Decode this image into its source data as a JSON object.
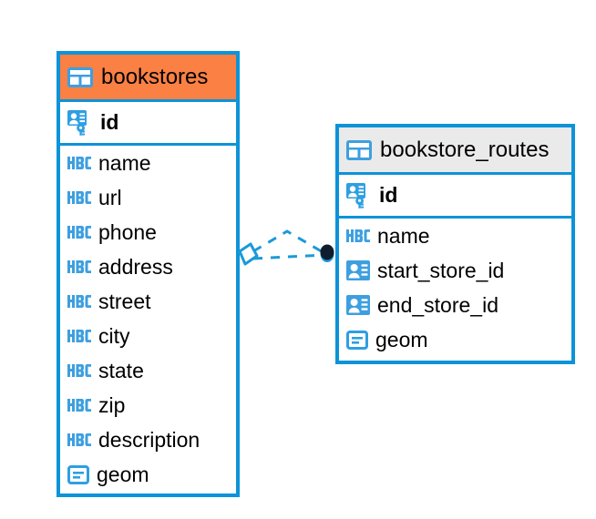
{
  "diagram": {
    "kind": "entity-relationship-diagram",
    "background_color": "#ffffff",
    "accent_color": "#0d93d8",
    "highlight_color": "#fa8044",
    "neutral_header_color": "#eaeaea"
  },
  "entities": [
    {
      "id": "bookstores",
      "name": "bookstores",
      "header_style": "orange",
      "icon": "table-icon",
      "primary_keys": [
        {
          "name": "id",
          "icon": "primary-key-icon",
          "bold": true
        }
      ],
      "attributes": [
        {
          "name": "name",
          "icon": "abc-text-icon"
        },
        {
          "name": "url",
          "icon": "abc-text-icon"
        },
        {
          "name": "phone",
          "icon": "abc-text-icon"
        },
        {
          "name": "address",
          "icon": "abc-text-icon"
        },
        {
          "name": "street",
          "icon": "abc-text-icon"
        },
        {
          "name": "city",
          "icon": "abc-text-icon"
        },
        {
          "name": "state",
          "icon": "abc-text-icon"
        },
        {
          "name": "zip",
          "icon": "abc-text-icon"
        },
        {
          "name": "description",
          "icon": "abc-text-icon"
        },
        {
          "name": "geom",
          "icon": "geometry-icon"
        }
      ]
    },
    {
      "id": "bookstore_routes",
      "name": "bookstore_routes",
      "header_style": "grey",
      "icon": "table-icon",
      "primary_keys": [
        {
          "name": "id",
          "icon": "primary-key-icon",
          "bold": true
        }
      ],
      "attributes": [
        {
          "name": "name",
          "icon": "abc-text-icon"
        },
        {
          "name": "start_store_id",
          "icon": "foreign-key-icon"
        },
        {
          "name": "end_store_id",
          "icon": "foreign-key-icon"
        },
        {
          "name": "geom",
          "icon": "geometry-icon"
        }
      ]
    }
  ],
  "relationship": {
    "source": "bookstores",
    "target": "bookstore_routes",
    "line_style": "dashed",
    "line_color": "#0d93d8",
    "source_marker": "diamond-outline-marker",
    "target_marker": "filled-circle-marker",
    "target_marker_color": "#10243a",
    "branches": 2
  }
}
